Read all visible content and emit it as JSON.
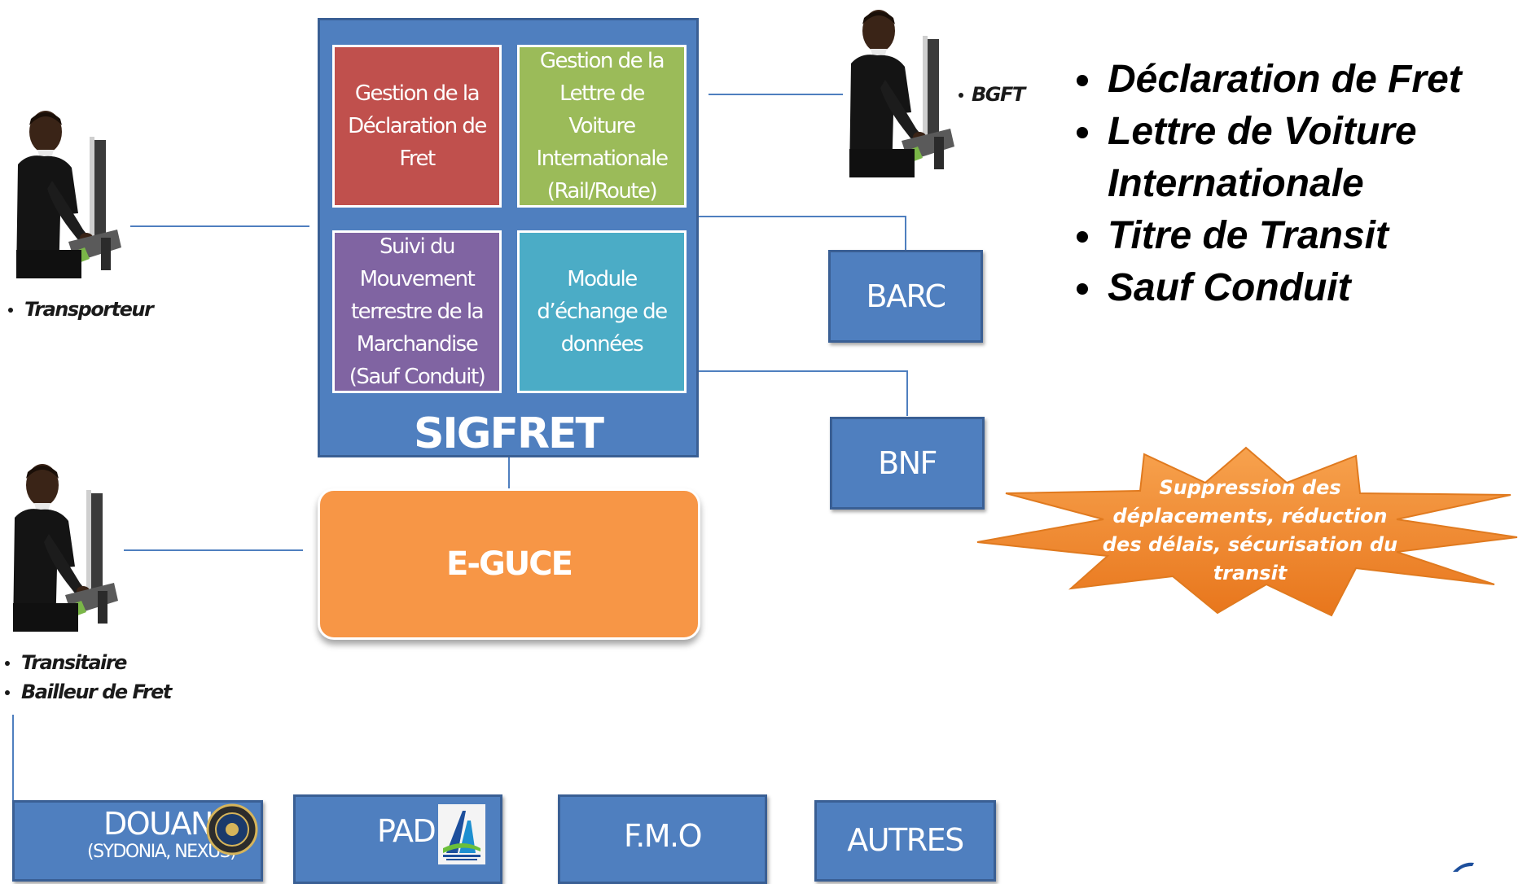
{
  "sigfret": {
    "title": "SIGFRET",
    "modules": [
      {
        "label": "Gestion de la Déclaration de Fret",
        "color": "#c0504d"
      },
      {
        "label": "Gestion de la Lettre de Voiture Internationale (Rail/Route)",
        "color": "#9bbb59"
      },
      {
        "label": "Suivi du Mouvement terrestre de la Marchandise (Sauf Conduit)",
        "color": "#8064a2"
      },
      {
        "label": "Module d’échange de données",
        "color": "#4bacc6"
      }
    ]
  },
  "eguce": {
    "label": "E-GUCE",
    "color": "#f79646"
  },
  "actors": {
    "transporteur": "Transporteur",
    "bgft": "BGFT",
    "transitaire": "Transitaire",
    "bailleur": "Bailleur de Fret"
  },
  "right_boxes": {
    "barc": "BARC",
    "bnf": "BNF"
  },
  "bottom_boxes": {
    "douane": "DOUANE",
    "douane_sub": "(SYDONIA, NEXUS)",
    "pad": "PAD",
    "fmo": "F.M.O",
    "autres": "AUTRES"
  },
  "documents": [
    "Déclaration de Fret",
    "Lettre de Voiture Internationale",
    "Titre de Transit",
    "Sauf Conduit"
  ],
  "burst": {
    "text": "Suppression des déplacements, réduction des délais, sécurisation du transit",
    "color": "#f28a2e"
  },
  "icons": [
    "person-at-computer-icon",
    "douane-seal-icon",
    "pad-logo-icon"
  ]
}
